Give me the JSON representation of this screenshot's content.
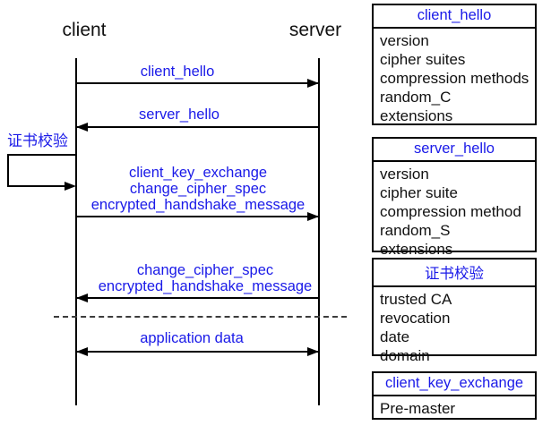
{
  "colors": {
    "accent_blue": "#1a1ae8",
    "line_black": "#000000"
  },
  "diagram": {
    "actors": {
      "client": "client",
      "server": "server"
    },
    "self_loop_label": "证书校验",
    "messages": {
      "client_hello": "client_hello",
      "server_hello": "server_hello",
      "client_finish_lines": [
        "client_key_exchange",
        "change_cipher_spec",
        "encrypted_handshake_message"
      ],
      "server_finish_lines": [
        "change_cipher_spec",
        "encrypted_handshake_message"
      ],
      "application_data": "application data"
    }
  },
  "panels": [
    {
      "title": "client_hello",
      "items": [
        "version",
        "cipher suites",
        "compression methods",
        "random_C",
        "extensions"
      ]
    },
    {
      "title": "server_hello",
      "items": [
        "version",
        "cipher suite",
        "compression method",
        "random_S",
        "extensions"
      ]
    },
    {
      "title": "证书校验",
      "items": [
        "trusted CA",
        "revocation",
        "date",
        "domain"
      ]
    },
    {
      "title": "client_key_exchange",
      "items": [
        "Pre-master"
      ]
    }
  ]
}
